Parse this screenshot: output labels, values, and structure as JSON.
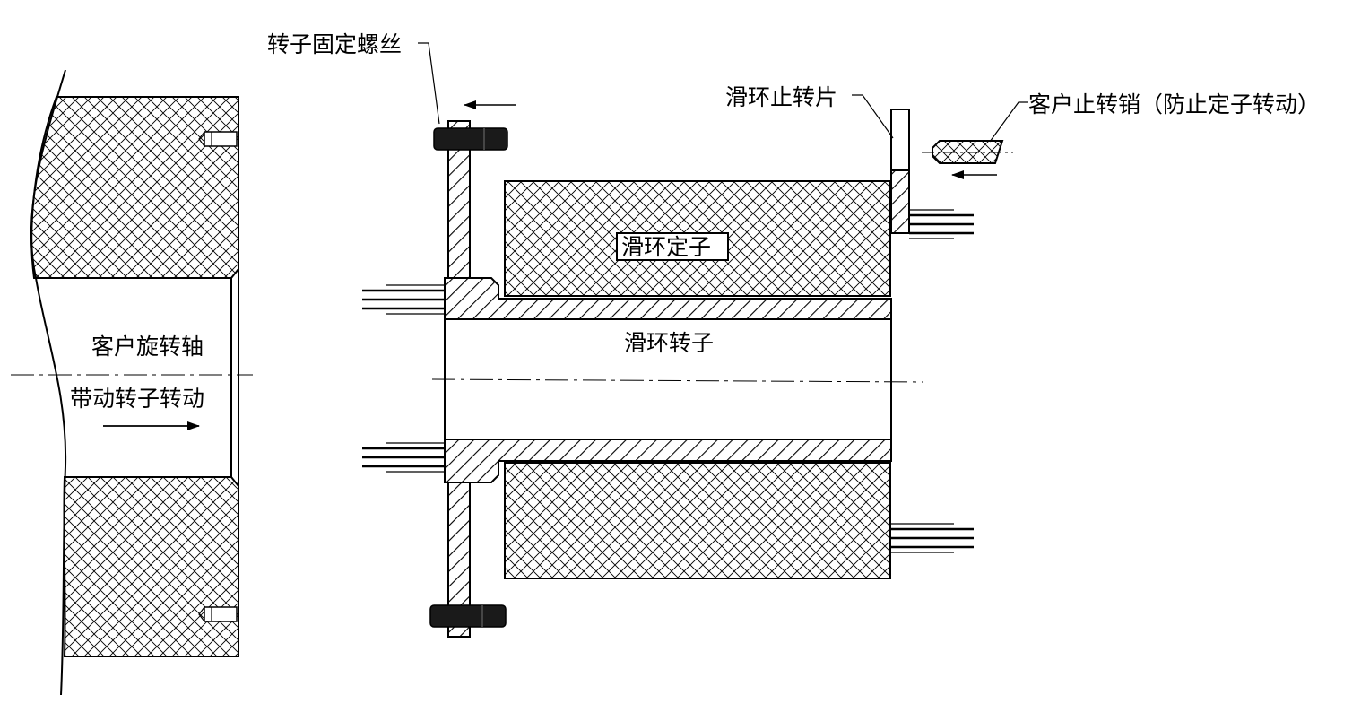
{
  "labels": {
    "rotor_screw": "转子固定螺丝",
    "anti_rotation_tab": "滑环止转片",
    "customer_pin": "客户止转销（防止定子转动）",
    "stator": "滑环定子",
    "rotor": "滑环转子",
    "shaft_line1": "客户旋转轴",
    "shaft_line2": "带动转子转动"
  },
  "colors": {
    "line": "#000000",
    "screw": "#1a1a1a",
    "background": "#ffffff"
  }
}
